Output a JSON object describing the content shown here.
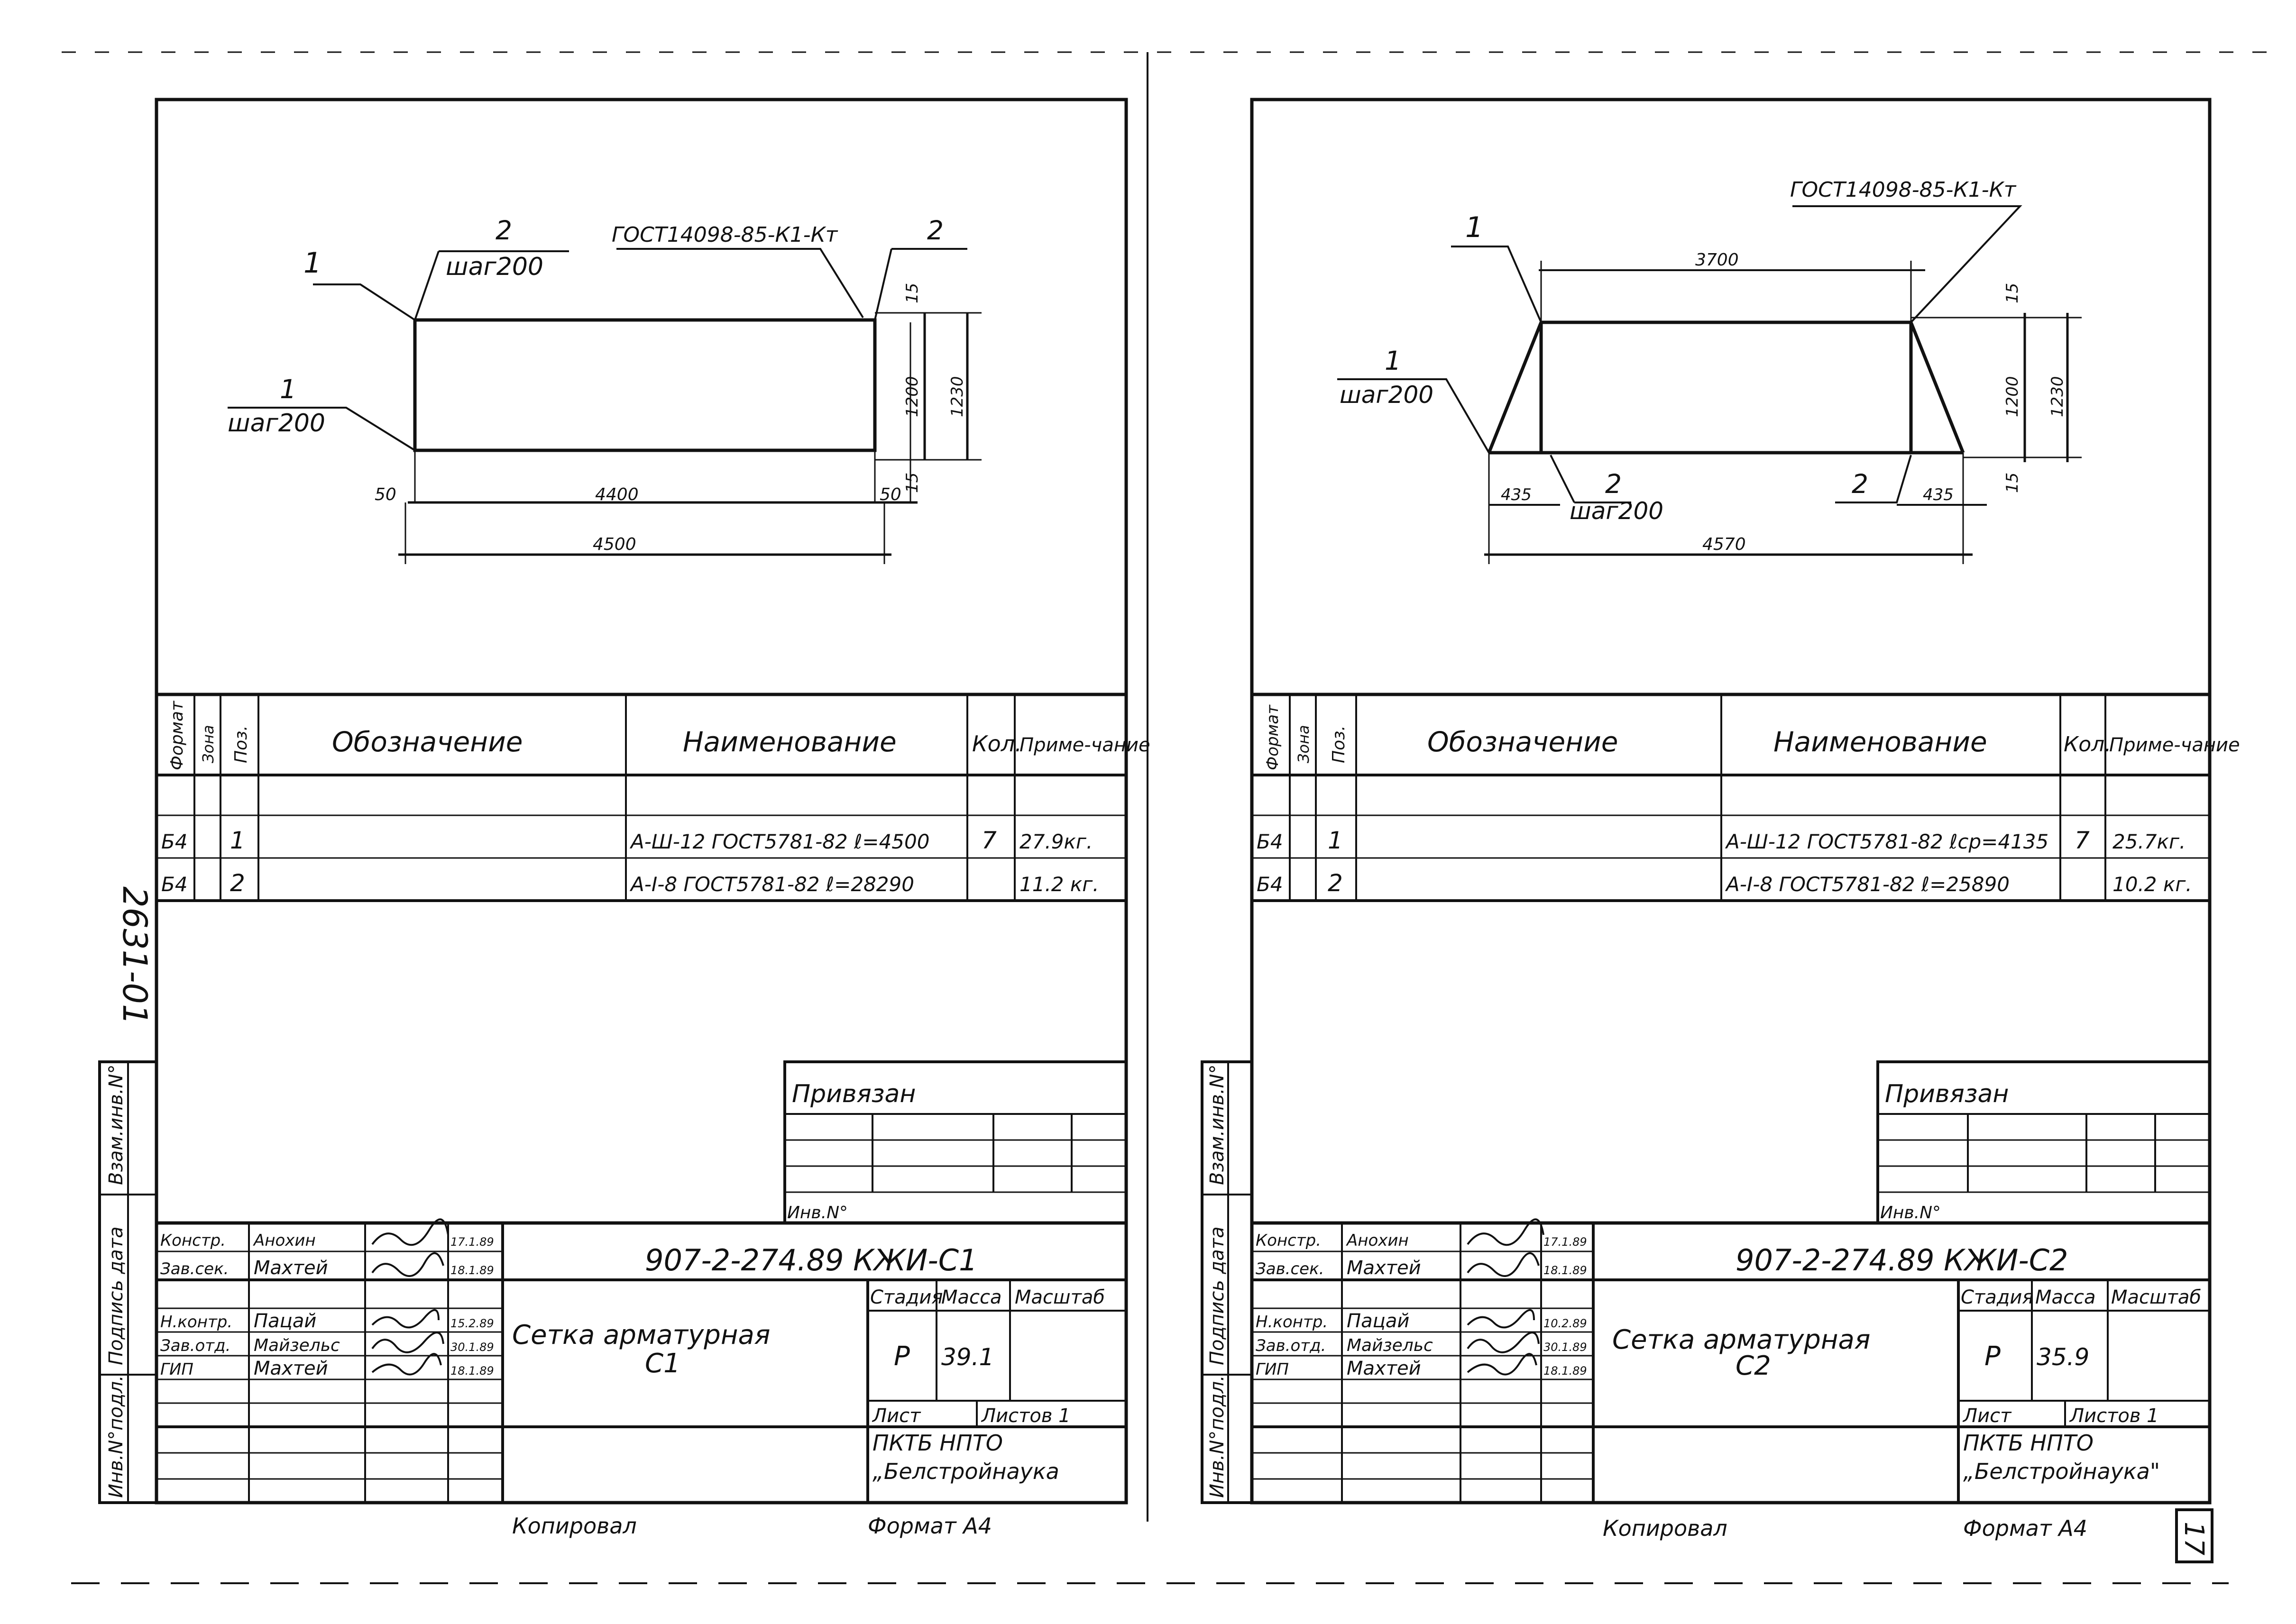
{
  "margin": {
    "code": "2631-01",
    "stamp_labels": [
      "Взам.инв.N°",
      "Подпись дата",
      "Инв.N°подл."
    ]
  },
  "sheets": [
    {
      "drawing": {
        "gost": "ГОСТ14098-85-К1-Кт",
        "callouts": {
          "left_top_num": "1",
          "pitch_top_num": "2",
          "pitch_top_label": "шаг200",
          "right_top_num": "2",
          "left_bottom_num": "1",
          "pitch_bottom_label": "шаг200"
        },
        "dims": {
          "d15_top": "15",
          "d1200": "1200",
          "d1230": "1230",
          "d15_bottom": "15",
          "d50_left": "50",
          "d4400": "4400",
          "d50_right": "50",
          "d4500": "4500"
        }
      },
      "spec": {
        "headers": {
          "format": "Формат",
          "zone": "Зона",
          "pos": "Поз.",
          "designation": "Обозначение",
          "name": "Наименование",
          "qty": "Кол.",
          "note": "Приме-чание"
        },
        "rows": [
          {
            "format": "Б4",
            "pos": "1",
            "name": "А-Ш-12 ГОСТ5781-82 ℓ=4500",
            "qty": "7",
            "note": "27.9кг."
          },
          {
            "format": "Б4",
            "pos": "2",
            "name": "А-I-8 ГОСТ5781-82 ℓ=28290",
            "qty": "",
            "note": "11.2 кг."
          }
        ]
      },
      "title_block": {
        "privyazan": "Привязан",
        "inv": "Инв.N°",
        "code": "907-2-274.89 КЖИ-С1",
        "people": [
          {
            "role": "Констр.",
            "name": "Анохин",
            "date": "17.1.89"
          },
          {
            "role": "Зав.сек.",
            "name": "Махтей",
            "date": "18.1.89"
          },
          {
            "role": "Н.контр.",
            "name": "Пацай",
            "date": "15.2.89"
          },
          {
            "role": "Зав.отд.",
            "name": "Майзельс",
            "date": "30.1.89"
          },
          {
            "role": "ГИП",
            "name": "Махтей",
            "date": "18.1.89"
          }
        ],
        "title_line1": "Сетка арматурная",
        "title_line2": "С1",
        "stage_label": "Стадия",
        "mass_label": "Масса",
        "scale_label": "Масштаб",
        "stage": "Р",
        "mass": "39.1",
        "sheet_label": "Лист",
        "sheets_label": "Листов 1",
        "org_line1": "ПКТБ НПТО",
        "org_line2": "„Белстройнаука",
        "copied": "Копировал",
        "format": "Формат А4"
      }
    },
    {
      "drawing": {
        "gost": "ГОСТ14098-85-К1-Кт",
        "callouts": {
          "left_top_num": "1",
          "left_mid_num": "1",
          "left_mid_label": "шаг200",
          "bottom_num_left": "2",
          "bottom_label_left": "шаг200",
          "bottom_num_right": "2"
        },
        "dims": {
          "d3700": "3700",
          "d15_top": "15",
          "d1200": "1200",
          "d1230": "1230",
          "d15_bottom": "15",
          "d435_left": "435",
          "d435_right": "435",
          "d4570": "4570"
        }
      },
      "spec": {
        "headers": {
          "format": "Формат",
          "zone": "Зона",
          "pos": "Поз.",
          "designation": "Обозначение",
          "name": "Наименование",
          "qty": "Кол.",
          "note": "Приме-чание"
        },
        "rows": [
          {
            "format": "Б4",
            "pos": "1",
            "name": "А-Ш-12 ГОСТ5781-82 ℓср=4135",
            "qty": "7",
            "note": "25.7кг."
          },
          {
            "format": "Б4",
            "pos": "2",
            "name": "А-I-8 ГОСТ5781-82 ℓ=25890",
            "qty": "",
            "note": "10.2 кг."
          }
        ]
      },
      "title_block": {
        "privyazan": "Привязан",
        "inv": "Инв.N°",
        "code": "907-2-274.89 КЖИ-С2",
        "people": [
          {
            "role": "Констр.",
            "name": "Анохин",
            "date": "17.1.89"
          },
          {
            "role": "Зав.сек.",
            "name": "Махтей",
            "date": "18.1.89"
          },
          {
            "role": "Н.контр.",
            "name": "Пацай",
            "date": "10.2.89"
          },
          {
            "role": "Зав.отд.",
            "name": "Майзельс",
            "date": "30.1.89"
          },
          {
            "role": "ГИП",
            "name": "Махтей",
            "date": "18.1.89"
          }
        ],
        "title_line1": "Сетка арматурная",
        "title_line2": "С2",
        "stage_label": "Стадия",
        "mass_label": "Масса",
        "scale_label": "Масштаб",
        "stage": "Р",
        "mass": "35.9",
        "sheet_label": "Лист",
        "sheets_label": "Листов 1",
        "org_line1": "ПКТБ НПТО",
        "org_line2": "„Белстройнаука\"",
        "copied": "Копировал",
        "format": "Формат А4"
      }
    }
  ],
  "page_number": "17"
}
